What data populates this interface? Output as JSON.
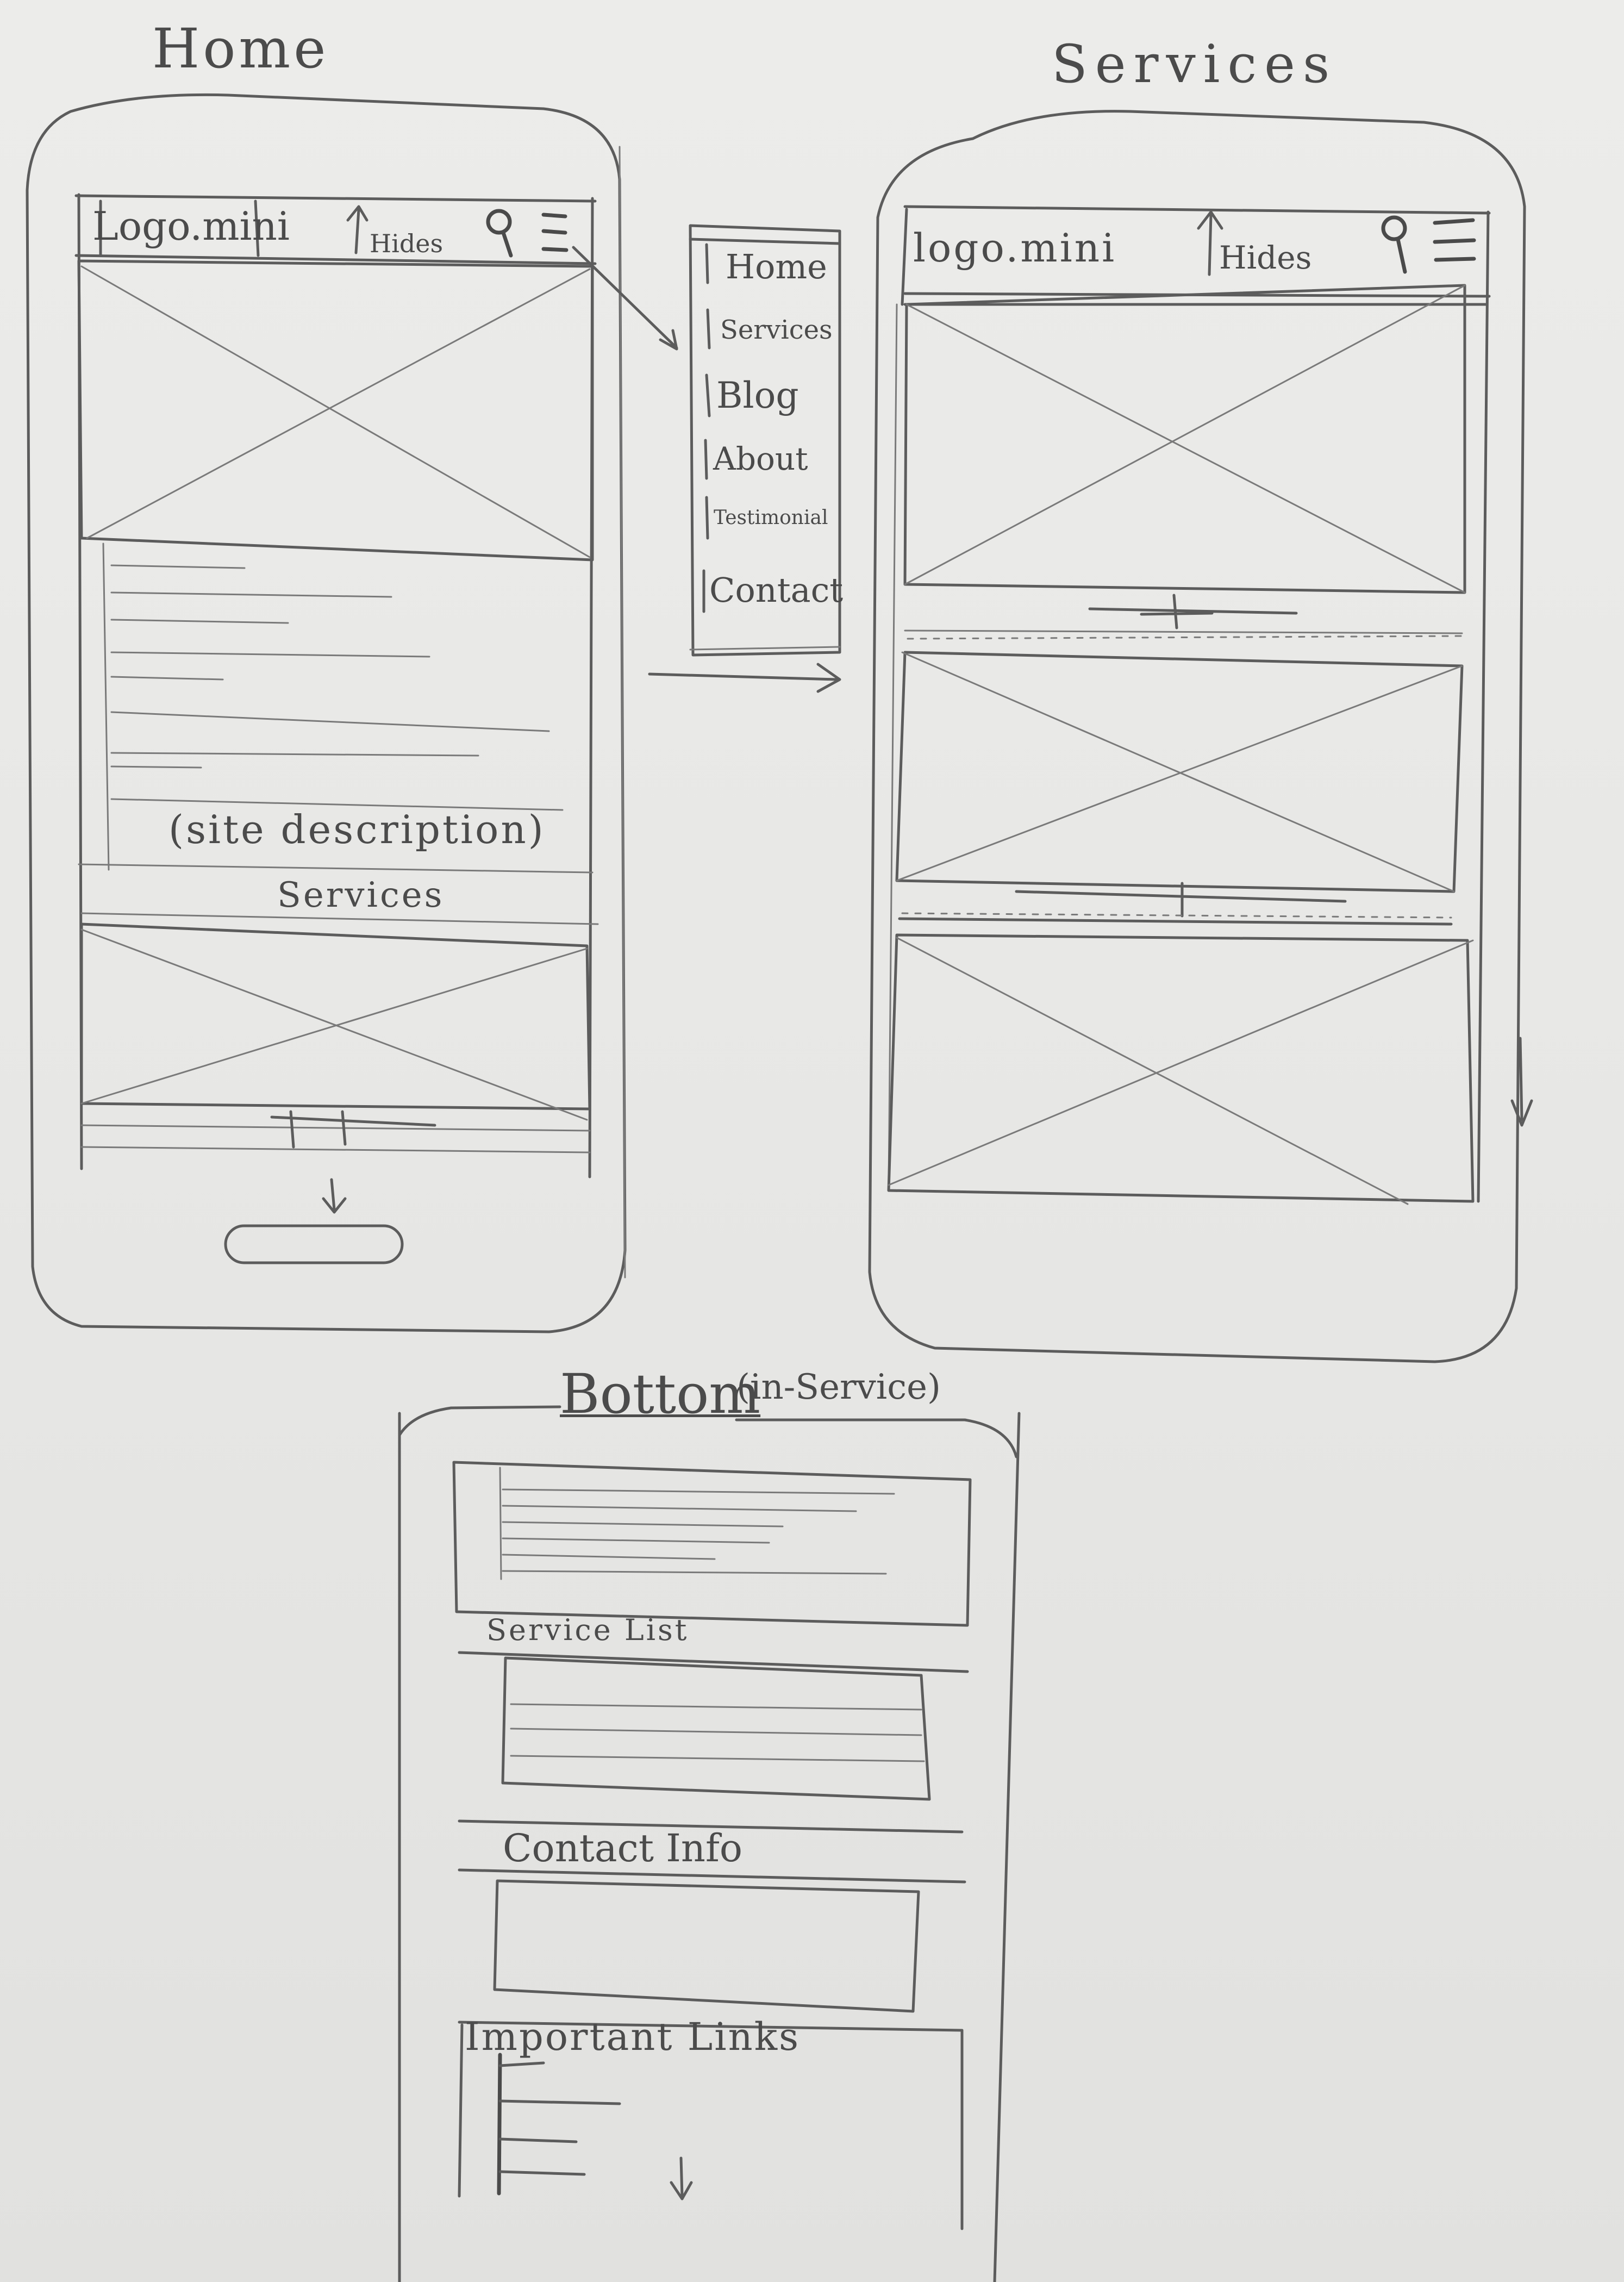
{
  "screens": {
    "home": {
      "title": "Home",
      "logo": "Logo.mini",
      "hides": "Hides",
      "description": "(site description)",
      "services": "Services"
    },
    "services": {
      "title": "Services",
      "logo": "logo.mini",
      "hides": "Hides"
    },
    "bottom": {
      "title": "Bottom",
      "subtitle": "(in-Service)",
      "service_list": "Service List",
      "contact_info": "Contact Info",
      "important_links": "Important Links"
    }
  },
  "menu": {
    "items": [
      "Home",
      "Services",
      "Blog",
      "About",
      "Testimonial",
      "Contact"
    ]
  }
}
